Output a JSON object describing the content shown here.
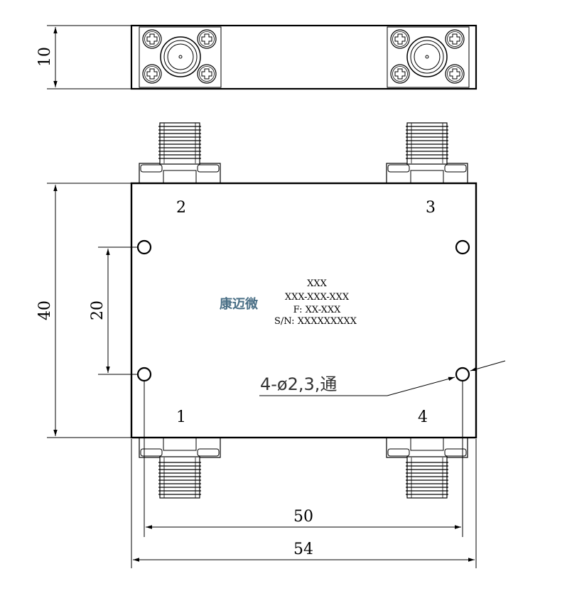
{
  "dimensions": {
    "height_side": "10",
    "height_body": "40",
    "hole_spacing_vertical": "20",
    "hole_spacing_horizontal": "50",
    "width_body": "54"
  },
  "ports": {
    "p1": "1",
    "p2": "2",
    "p3": "3",
    "p4": "4"
  },
  "label": {
    "brand": "康迈微",
    "line1": "XXX",
    "line2": "XXX-XXX-XXX",
    "line3": "F: XX-XXX",
    "line4": "S/N: XXXXXXXXX"
  },
  "hole_note": "4-ø2,3,通",
  "colors": {
    "brand": "#4a6f86",
    "line": "#000000"
  }
}
